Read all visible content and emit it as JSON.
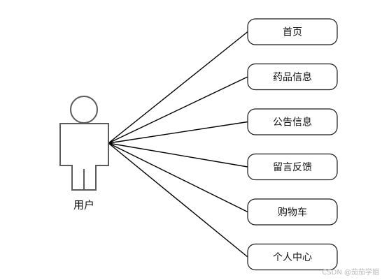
{
  "diagram": {
    "actor": {
      "label": "用户",
      "icon": "person-icon"
    },
    "use_cases": [
      {
        "id": "home",
        "label": "首页"
      },
      {
        "id": "drug-info",
        "label": "药品信息"
      },
      {
        "id": "notice-info",
        "label": "公告信息"
      },
      {
        "id": "feedback",
        "label": "留言反馈"
      },
      {
        "id": "cart",
        "label": "购物车"
      },
      {
        "id": "user-center",
        "label": "个人中心"
      }
    ]
  },
  "watermark": "CSDN @茄茄学姐"
}
